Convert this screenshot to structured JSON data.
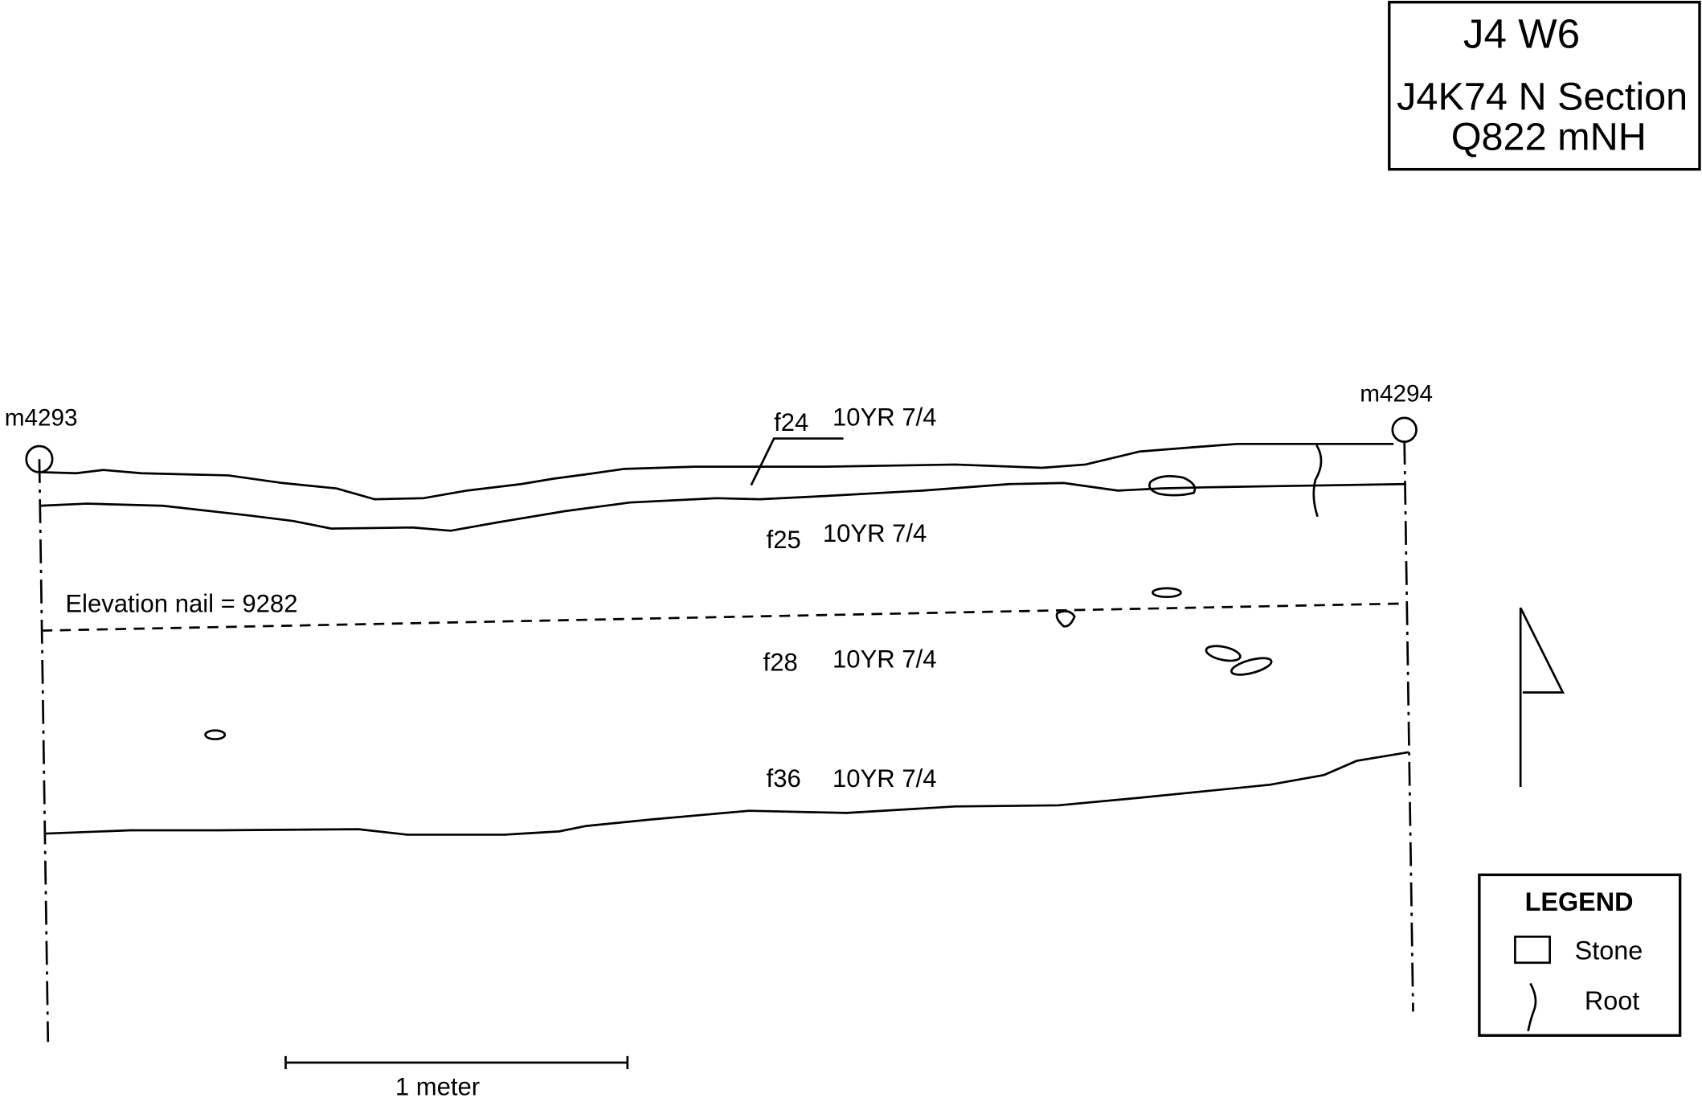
{
  "title_box": {
    "line1": "J4 W6",
    "line2": "J4K74 N Section",
    "line3": "Q822 mNH"
  },
  "datums": {
    "left": "m4293",
    "right": "m4294"
  },
  "layers": [
    {
      "feature": "f24",
      "munsell": "10YR 7/4"
    },
    {
      "feature": "f25",
      "munsell": "10YR 7/4"
    },
    {
      "feature": "f28",
      "munsell": "10YR 7/4"
    },
    {
      "feature": "f36",
      "munsell": "10YR 7/4"
    }
  ],
  "elevation_nail": "Elevation nail = 9282",
  "scale_bar": "1 meter",
  "legend": {
    "title": "LEGEND",
    "items": [
      {
        "symbol": "stone-square",
        "label": "Stone"
      },
      {
        "symbol": "root-curve",
        "label": "Root"
      }
    ]
  }
}
